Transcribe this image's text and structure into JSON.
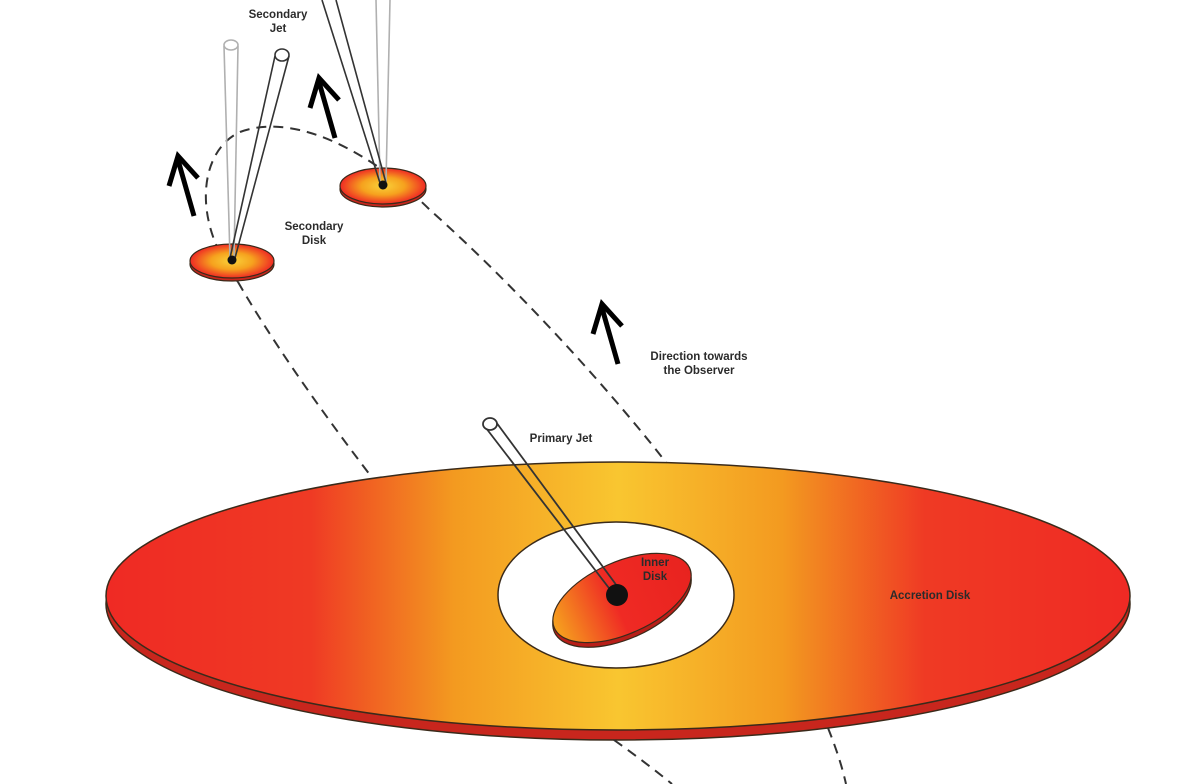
{
  "labels": {
    "secondary_jet": [
      "Secondary",
      "Jet"
    ],
    "secondary_disk": [
      "Secondary",
      "Disk"
    ],
    "direction": [
      "Direction towards",
      "the Observer"
    ],
    "primary_jet": "Primary Jet",
    "inner_disk": [
      "Inner",
      "Disk"
    ],
    "accretion_disk": "Accretion Disk"
  },
  "colors": {
    "disk_red": "#ef2a24",
    "disk_orange": "#f6a21e",
    "disk_yellow": "#f9c630",
    "outline": "#3a2a1a",
    "black_hole": "#111111",
    "arrow": "#000000",
    "orbit": "#333333"
  },
  "icons": {
    "observer_arrow": "arrow-up-icon"
  }
}
